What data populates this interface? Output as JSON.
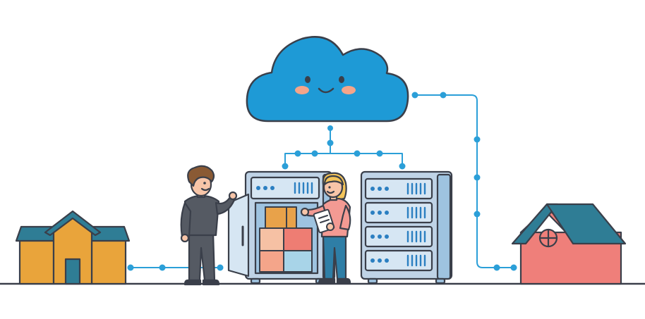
{
  "illustration": {
    "subject": "cloud-storage-network",
    "colors": {
      "outline": "#3a3f4a",
      "cloud": "#1e9ad6",
      "cloud_cheek": "#f4a58a",
      "connector": "#2b9fd8",
      "server_body": "#bfd3e6",
      "server_panel": "#9ec3e0",
      "server_front": "#d6e6f3",
      "server_vent": "#2b7fc1",
      "house_left_wall": "#e9a43b",
      "house_left_roof": "#2f7d95",
      "house_right_wall": "#ef7f7a",
      "house_right_roof": "#2f7d95",
      "box_orange": "#e8a24a",
      "box_peach": "#f6c1a4",
      "box_red": "#ee7d73",
      "box_blue": "#a8d4e8",
      "man_shirt": "#555a63",
      "man_hair": "#8a5a34",
      "woman_shirt": "#f39a93",
      "woman_hair": "#f3c45a",
      "woman_pants": "#2e7ea6",
      "skin": "#f7c5a8",
      "ground": "#3a3f4a"
    },
    "icons": [
      "cloud-icon",
      "house-left-icon",
      "house-right-icon",
      "server-open-icon",
      "server-rack-icon",
      "man-character",
      "woman-character",
      "clipboard-icon"
    ]
  }
}
